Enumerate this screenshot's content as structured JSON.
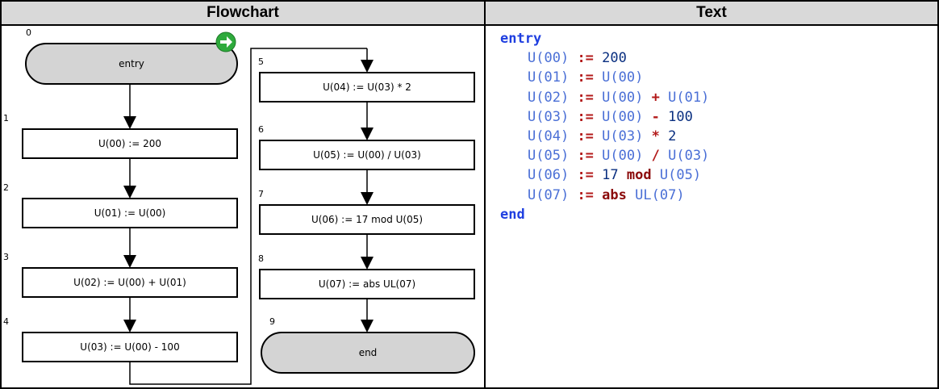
{
  "headers": {
    "flowchart": "Flowchart",
    "text": "Text"
  },
  "nodes": [
    {
      "num": "0",
      "label": "entry"
    },
    {
      "num": "1",
      "label": "U(00) := 200"
    },
    {
      "num": "2",
      "label": "U(01) := U(00)"
    },
    {
      "num": "3",
      "label": "U(02) := U(00) + U(01)"
    },
    {
      "num": "4",
      "label": "U(03) := U(00) - 100"
    },
    {
      "num": "5",
      "label": "U(04) := U(03) * 2"
    },
    {
      "num": "6",
      "label": "U(05) := U(00) / U(03)"
    },
    {
      "num": "7",
      "label": "U(06) := 17 mod U(05)"
    },
    {
      "num": "8",
      "label": "U(07) := abs UL(07)"
    },
    {
      "num": "9",
      "label": "end"
    }
  ],
  "start_marker_icon": "green-arrow-right-icon",
  "code": {
    "begin": "entry",
    "lines": [
      [
        [
          "var",
          "U(00)"
        ],
        [
          "op",
          ":="
        ],
        [
          "num",
          "200"
        ]
      ],
      [
        [
          "var",
          "U(01)"
        ],
        [
          "op",
          ":="
        ],
        [
          "var",
          "U(00)"
        ]
      ],
      [
        [
          "var",
          "U(02)"
        ],
        [
          "op",
          ":="
        ],
        [
          "var",
          "U(00)"
        ],
        [
          "op",
          "+"
        ],
        [
          "var",
          "U(01)"
        ]
      ],
      [
        [
          "var",
          "U(03)"
        ],
        [
          "op",
          ":="
        ],
        [
          "var",
          "U(00)"
        ],
        [
          "op",
          "-"
        ],
        [
          "num",
          "100"
        ]
      ],
      [
        [
          "var",
          "U(04)"
        ],
        [
          "op",
          ":="
        ],
        [
          "var",
          "U(03)"
        ],
        [
          "op",
          "*"
        ],
        [
          "num",
          "2"
        ]
      ],
      [
        [
          "var",
          "U(05)"
        ],
        [
          "op",
          ":="
        ],
        [
          "var",
          "U(00)"
        ],
        [
          "op",
          "/"
        ],
        [
          "var",
          "U(03)"
        ]
      ],
      [
        [
          "var",
          "U(06)"
        ],
        [
          "op",
          ":="
        ],
        [
          "num",
          "17"
        ],
        [
          "kw2",
          "mod"
        ],
        [
          "var",
          "U(05)"
        ]
      ],
      [
        [
          "var",
          "U(07)"
        ],
        [
          "op",
          ":="
        ],
        [
          "kw2",
          "abs"
        ],
        [
          "var",
          "UL(07)"
        ]
      ]
    ],
    "end": "end"
  },
  "colors": {
    "terminal_fill": "#d4d4d4",
    "start_marker": "#2eaa3c",
    "keyword": "#1f3fe0",
    "variable": "#4a6fd6",
    "operator": "#b31a1a",
    "number": "#0a2f80"
  }
}
